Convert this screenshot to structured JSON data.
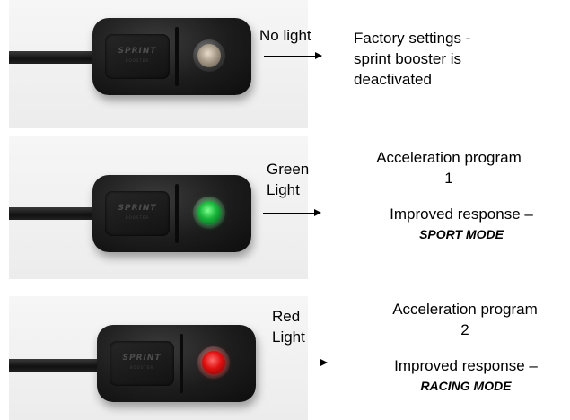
{
  "device": {
    "logo_text": "SPRINT",
    "logo_subtext": "BOOSTER"
  },
  "rows": [
    {
      "indicator_color": "none",
      "state_label": [
        "No light"
      ],
      "description": [
        "Factory settings -",
        "sprint booster is",
        "deactivated"
      ]
    },
    {
      "indicator_color": "#1fb83f",
      "state_label": [
        "Green",
        "Light"
      ],
      "description": [
        "Acceleration program",
        "1",
        "Improved response –",
        "SPORT MODE"
      ]
    },
    {
      "indicator_color": "#e01515",
      "state_label": [
        "Red",
        "Light"
      ],
      "description": [
        "Acceleration program",
        "2",
        "Improved response –",
        "RACING MODE"
      ]
    }
  ]
}
